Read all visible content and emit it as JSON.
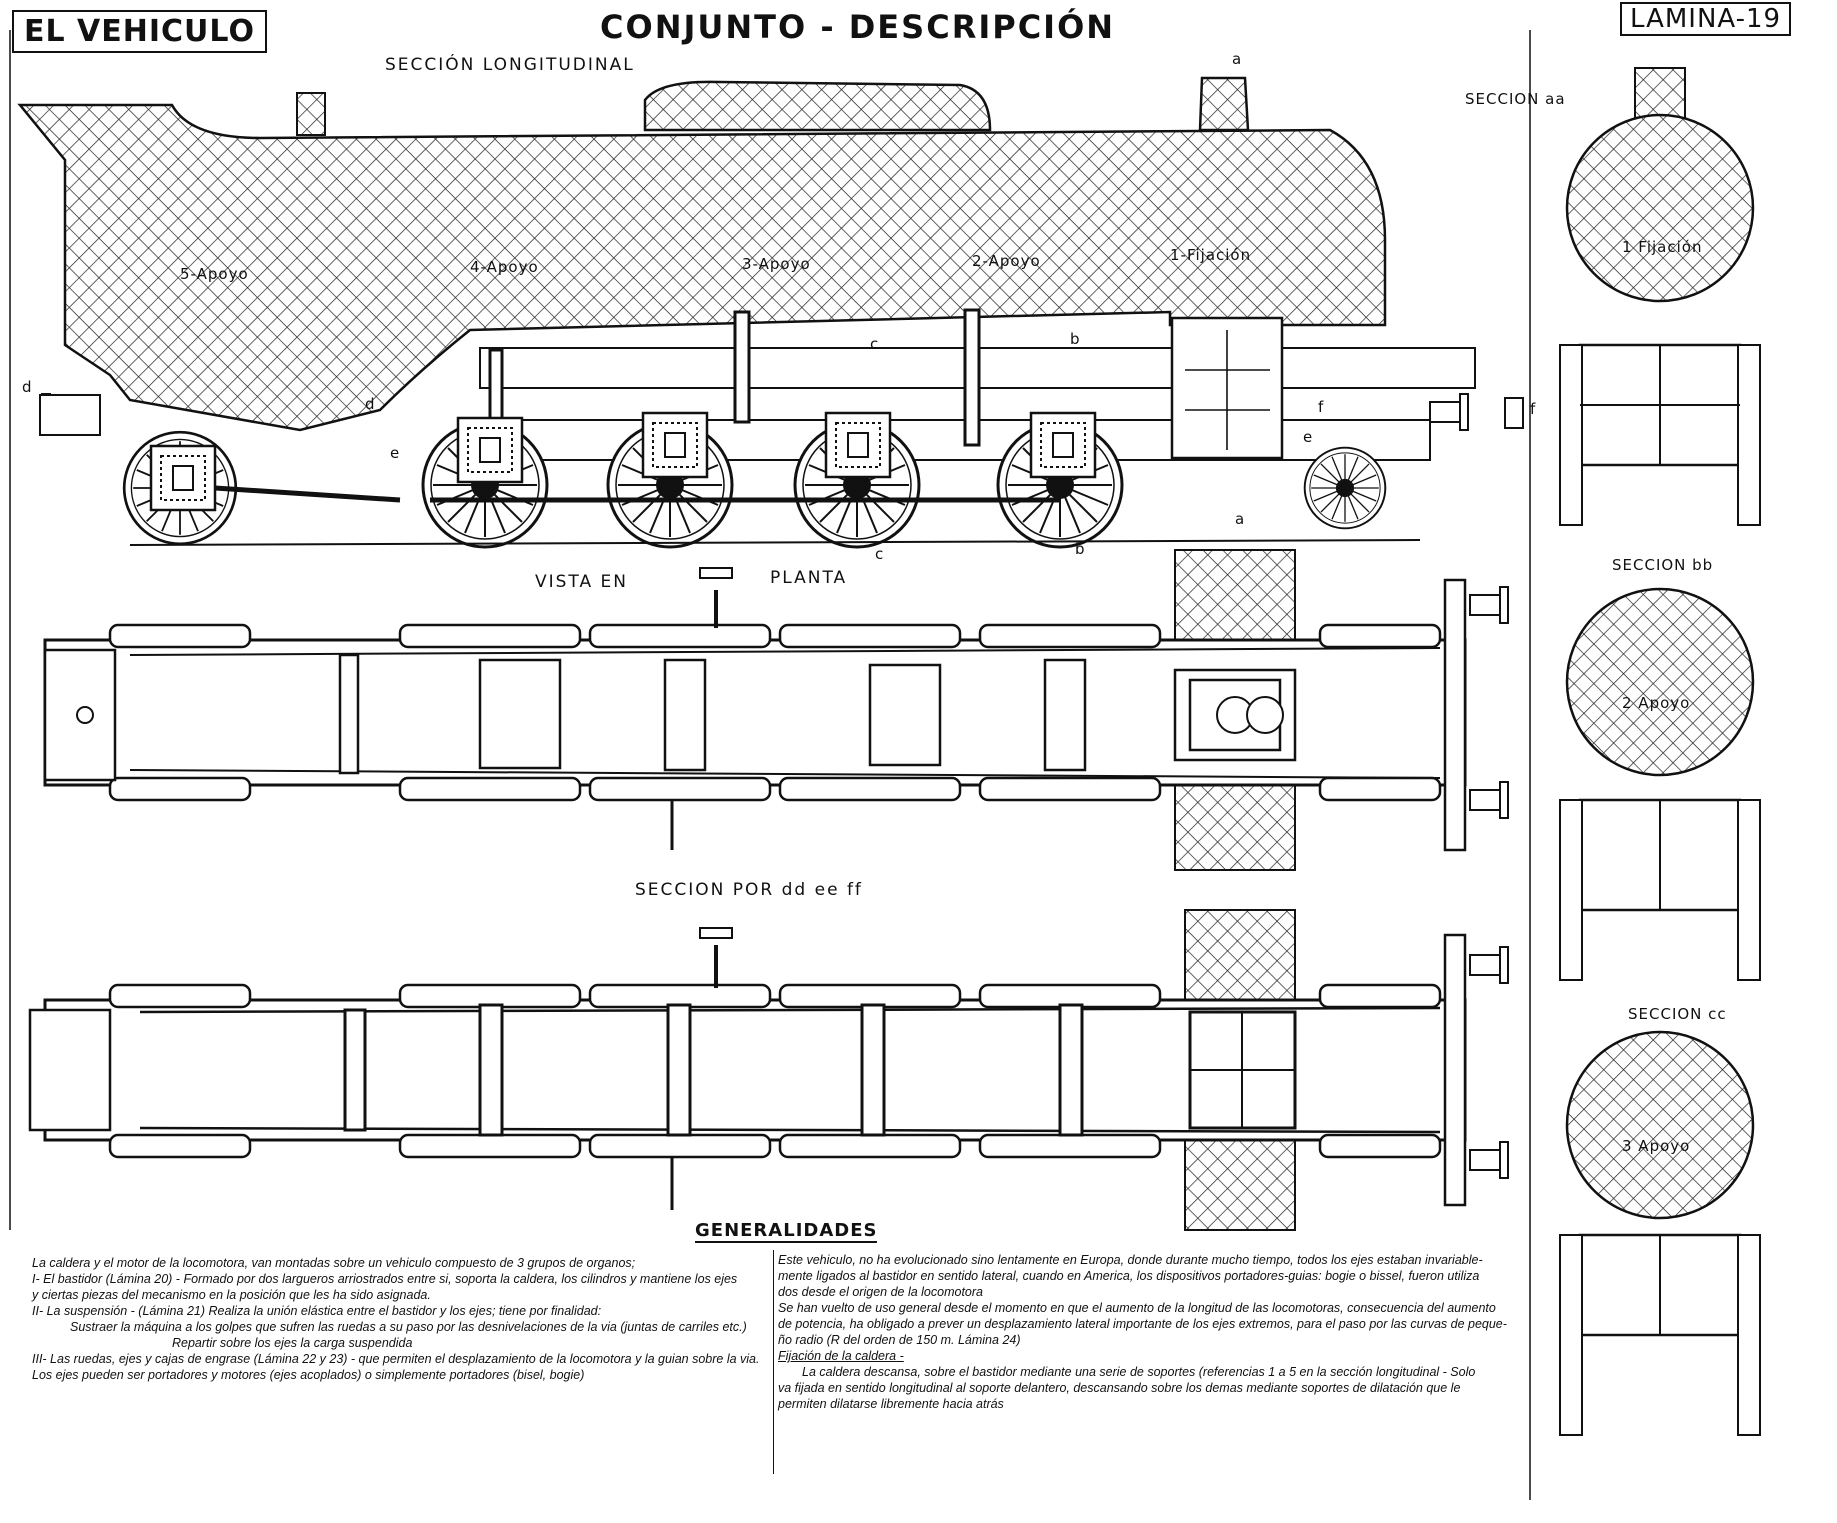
{
  "header": {
    "left_title": "EL VEHICULO",
    "main_title": "CONJUNTO - DESCRIPCIÓN",
    "plate": "LAMINA-19"
  },
  "views": {
    "longitudinal": "SECCIÓN LONGITUDINAL",
    "plan_a": "VISTA EN",
    "plan_b": "PLANTA",
    "section_ddeeff": "SECCION POR dd ee ff",
    "section_aa": "SECCION aa",
    "section_bb": "SECCION bb",
    "section_cc": "SECCION cc"
  },
  "supports": {
    "s5": "5-Apoyo",
    "s4": "4-Apoyo",
    "s3": "3-Apoyo",
    "s2": "2-Apoyo",
    "s1": "1-Fijación",
    "aa_label": "1 Fijación",
    "bb_label": "2 Apoyo",
    "cc_label": "3 Apoyo"
  },
  "cut_marks": {
    "a_top": "a",
    "a_bottom": "a",
    "b_top": "b",
    "b_bottom": "b",
    "c_top": "c",
    "c_bottom": "c",
    "d_left": "d",
    "d_mid": "d",
    "e": "e",
    "e_front": "e",
    "f_left": "f",
    "f_right": "f"
  },
  "generalidades": {
    "title": "GENERALIDADES",
    "left_col": [
      "La caldera y el motor de la locomotora, van montadas sobre un vehiculo compuesto de 3 grupos de organos;",
      "I- El bastidor (Lámina 20) - Formado por dos largueros arriostrados entre si, soporta la caldera, los cilindros y mantiene los ejes",
      "y ciertas piezas del mecanismo en la posición que les ha sido asignada.",
      "II- La suspensión - (Lámina 21)  Realiza la unión elástica entre el bastidor y los ejes; tiene por finalidad:",
      "Sustraer la máquina a los golpes que sufren las ruedas a su paso por las desnivelaciones de la via (juntas de carriles etc.)",
      "Repartir sobre los ejes la carga suspendida",
      "III- Las ruedas, ejes y cajas de engrase (Lámina 22 y 23) - que permiten el desplazamiento de la locomotora y la guian sobre la via.",
      "Los ejes pueden ser portadores y motores (ejes acoplados) o simplemente portadores (bisel, bogie)"
    ],
    "right_col": [
      "Este vehiculo, no ha evolucionado sino lentamente en Europa, donde durante mucho tiempo, todos los ejes estaban invariable-",
      "mente ligados al bastidor en sentido lateral, cuando en America, los dispositivos portadores-guias: bogie o bissel, fueron utiliza",
      "dos desde el origen de la locomotora",
      "Se han vuelto de uso general desde el momento en que el aumento de la longitud de las locomotoras, consecuencia del aumento",
      "de potencia, ha obligado a prever un desplazamiento lateral importante de los ejes extremos, para el paso por las curvas de peque-",
      "ño radio (R del orden de 150 m. Lámina 24)",
      "Fijación de la caldera -",
      "La caldera descansa, sobre el bastidor mediante una serie de soportes (referencias 1 a 5 en la sección longitudinal - Solo",
      "va fijada en sentido longitudinal al soporte delantero, descansando sobre los demas mediante soportes de dilatación que le",
      "permiten dilatarse libremente hacia atrás"
    ]
  }
}
